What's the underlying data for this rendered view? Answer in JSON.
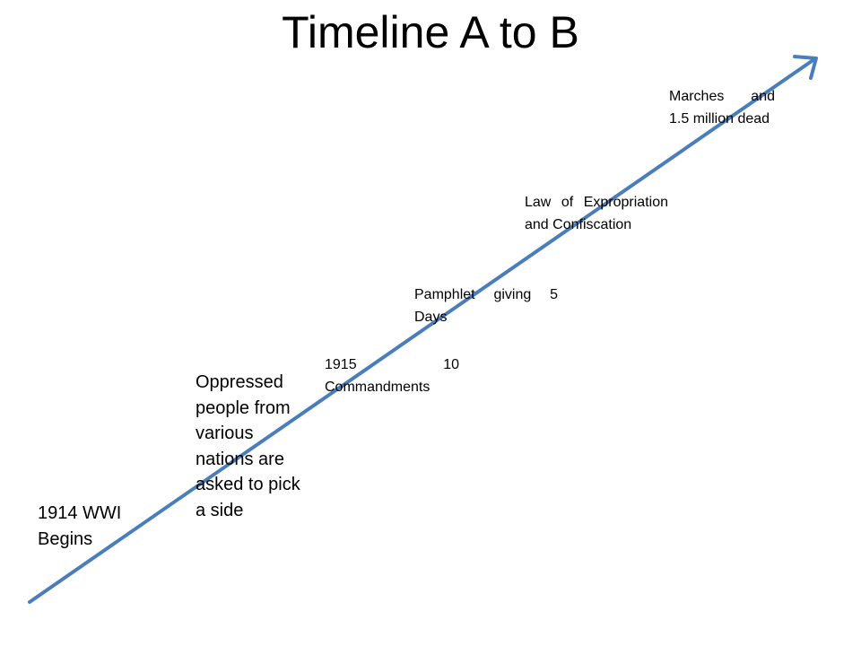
{
  "slide": {
    "title": "Timeline A to B"
  },
  "timeline": {
    "line_color": "#4a7ebb",
    "events": [
      {
        "text": "1914 WWI Begins"
      },
      {
        "text": "Oppressed people from various nations are asked to pick a side"
      },
      {
        "text": "1915 10 Commandments"
      },
      {
        "text": "Pamphlet giving 5 Days"
      },
      {
        "text": "Law of Expropriation and Confiscation"
      },
      {
        "text": "Marches and 1.5 million dead"
      }
    ]
  }
}
